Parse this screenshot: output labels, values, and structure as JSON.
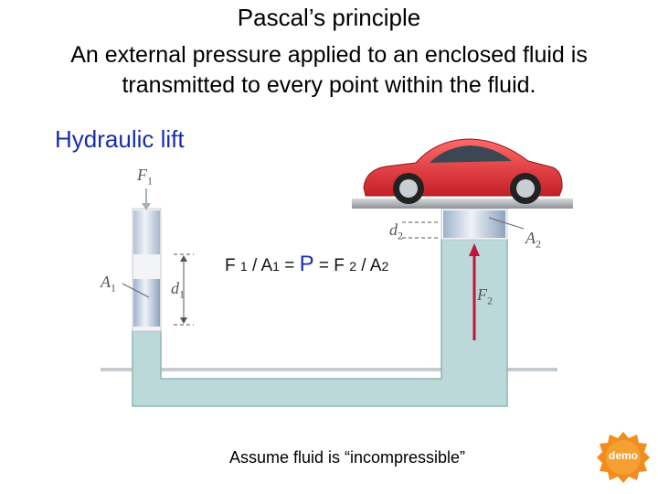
{
  "slide": {
    "title": "Pascal’s principle",
    "statement": "An external pressure applied to an enclosed fluid is transmitted to every point within the fluid.",
    "heading": "Hydraulic lift",
    "equation": {
      "f1": "F",
      "f1_sub": "1",
      "a1": "A",
      "a1_sub": "1",
      "p": "P",
      "f2": "F",
      "f2_sub": "2",
      "a2": "A",
      "a2_sub": "2"
    },
    "note": "Assume fluid is “incompressible”"
  },
  "figure": {
    "labels": {
      "F1": "F",
      "F1_sub": "1",
      "A1": "A",
      "A1_sub": "1",
      "d1": "d",
      "d1_sub": "1",
      "d2": "d",
      "d2_sub": "2",
      "A2": "A",
      "A2_sub": "2",
      "F2": "F",
      "F2_sub": "2"
    },
    "colors": {
      "fluid": "#bcd9d9",
      "fluid_edge": "#8fb5b5",
      "piston": "#c7d3e3",
      "car": "#e0323a",
      "force_arrow": "#c0143c",
      "platform": "#b0b4b8"
    }
  },
  "badge": {
    "label": "demo",
    "color": "#f28c1c"
  }
}
